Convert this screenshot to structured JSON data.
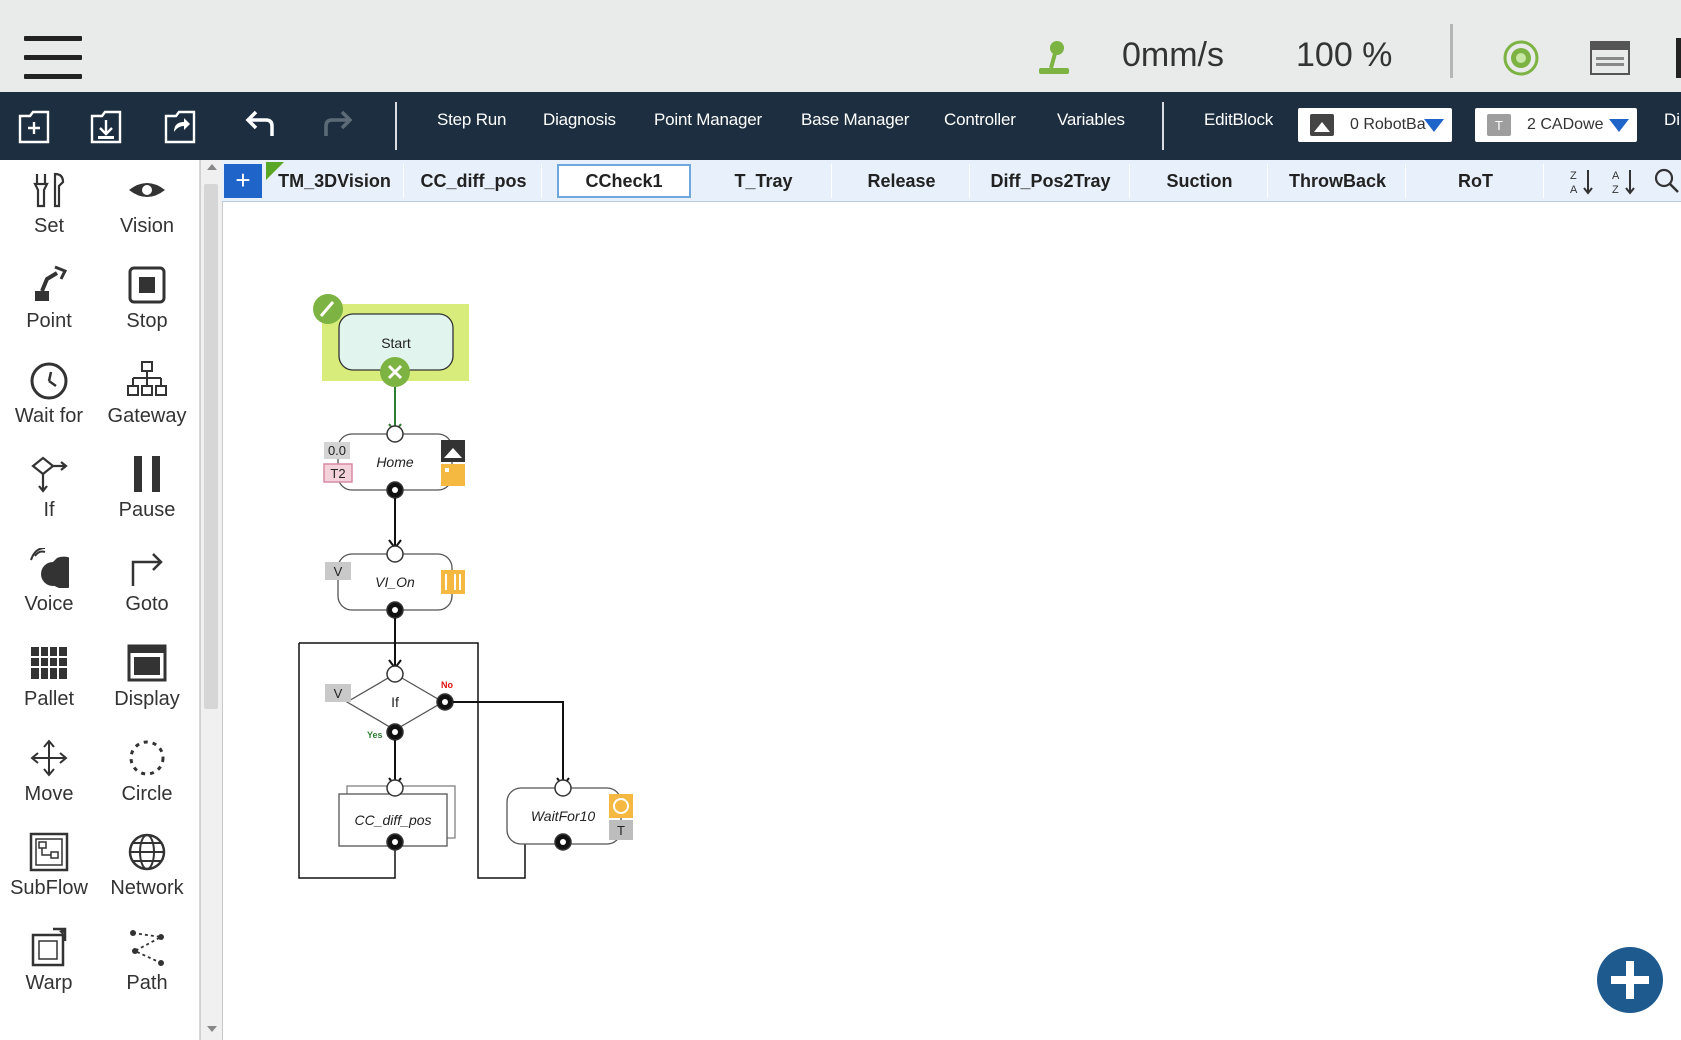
{
  "status": {
    "speed": "0mm/s",
    "percent": "100 %"
  },
  "toolbar": {
    "buttons": [
      "Step Run",
      "Diagnosis",
      "Point Manager",
      "Base Manager",
      "Controller",
      "Variables"
    ],
    "editblock": "EditBlock",
    "base_select": "0 RobotBa",
    "tool_select": "2 CADowe",
    "clipped": "Di"
  },
  "palette": [
    {
      "label": "Set",
      "icon": "set-icon"
    },
    {
      "label": "Vision",
      "icon": "vision-icon"
    },
    {
      "label": "Point",
      "icon": "point-icon"
    },
    {
      "label": "Stop",
      "icon": "stop-icon"
    },
    {
      "label": "Wait for",
      "icon": "wait-for-icon"
    },
    {
      "label": "Gateway",
      "icon": "gateway-icon"
    },
    {
      "label": "If",
      "icon": "if-icon"
    },
    {
      "label": "Pause",
      "icon": "pause-icon"
    },
    {
      "label": "Voice",
      "icon": "voice-icon"
    },
    {
      "label": "Goto",
      "icon": "goto-icon"
    },
    {
      "label": "Pallet",
      "icon": "pallet-icon"
    },
    {
      "label": "Display",
      "icon": "display-icon"
    },
    {
      "label": "Move",
      "icon": "move-icon"
    },
    {
      "label": "Circle",
      "icon": "circle-icon"
    },
    {
      "label": "SubFlow",
      "icon": "subflow-icon"
    },
    {
      "label": "Network",
      "icon": "network-icon"
    },
    {
      "label": "Warp",
      "icon": "warp-icon"
    },
    {
      "label": "Path",
      "icon": "path-icon"
    }
  ],
  "tabs": {
    "add_label": "+",
    "items": [
      "TM_3DVision",
      "CC_diff_pos",
      "CCheck1",
      "T_Tray",
      "Release",
      "Diff_Pos2Tray",
      "Suction",
      "ThrowBack",
      "RoT"
    ],
    "active": "CCheck1"
  },
  "flow": {
    "start": "Start",
    "home": "Home",
    "home_speed": "0.0",
    "home_tool": "T2",
    "vi_on": "VI_On",
    "vi_badge": "V",
    "if_label": "If",
    "if_badge": "V",
    "no_label": "No",
    "yes_label": "Yes",
    "subflow_node": "CC_diff_pos",
    "wait_node": "WaitFor10",
    "wait_badge": "T"
  },
  "colors": {
    "toolbar_bg": "#1c2e3f",
    "accent_blue": "#1f64c8",
    "accent_green": "#7cb342",
    "start_highlight": "#d8ec7c",
    "badge_orange": "#f5b942"
  }
}
